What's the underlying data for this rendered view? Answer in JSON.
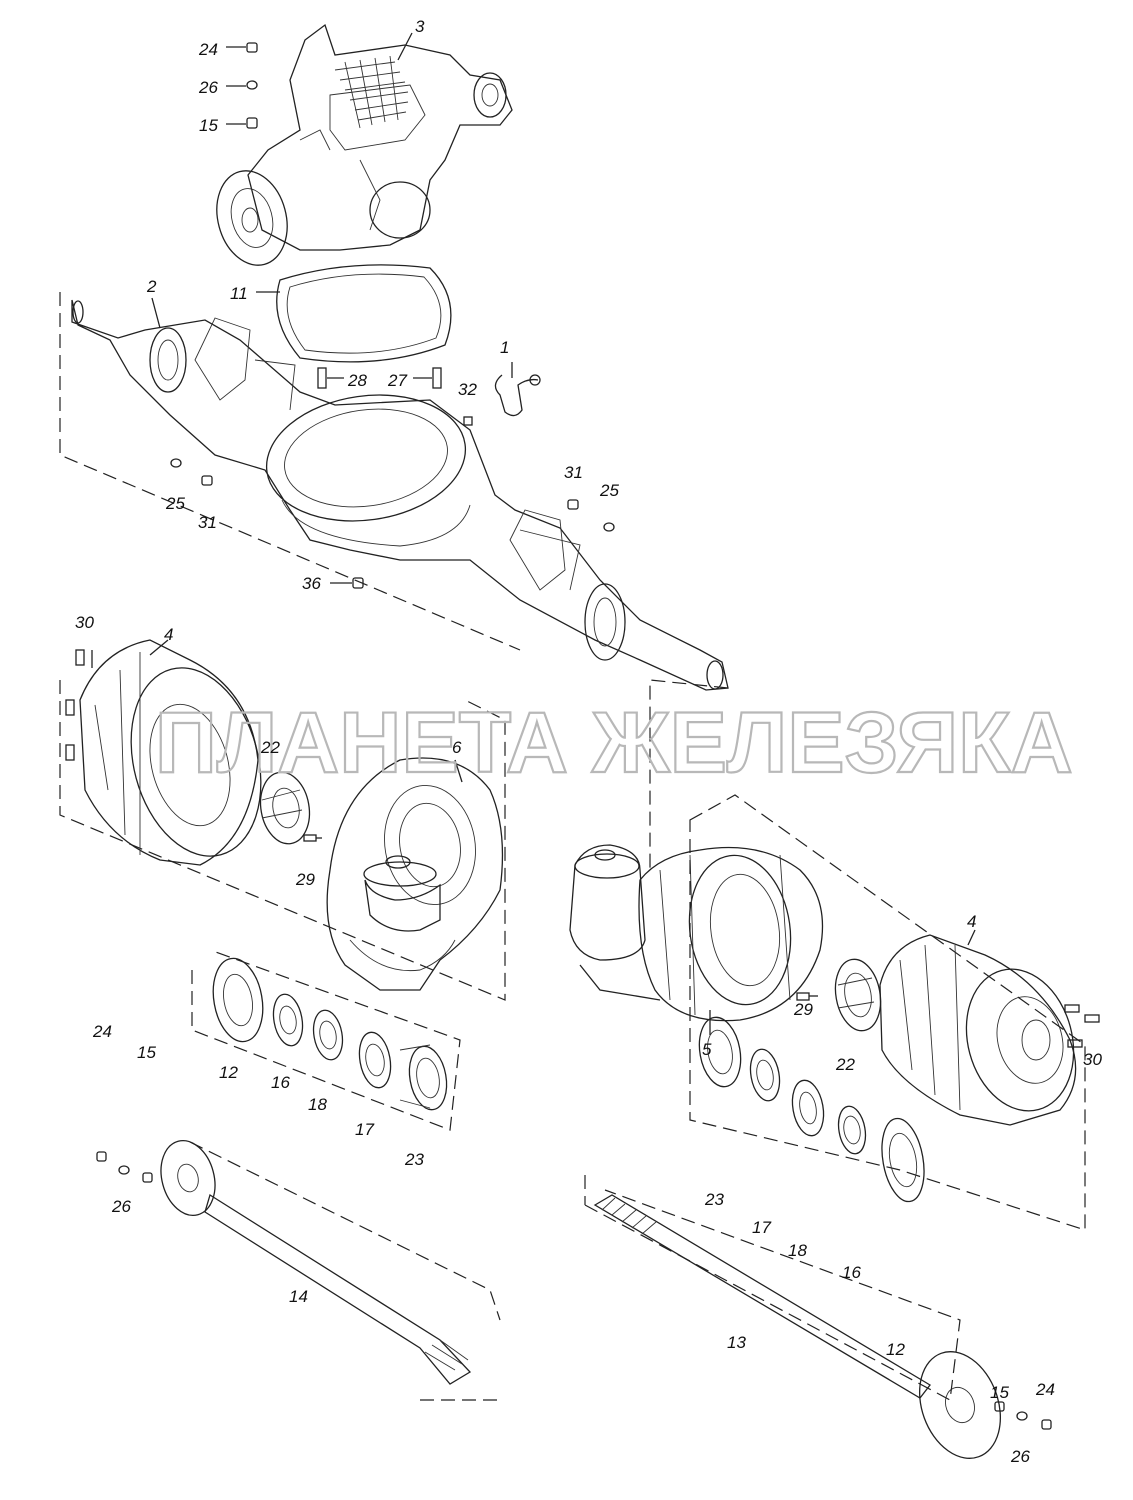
{
  "watermark": "ПЛАНЕТА ЖЕЛЕЗЯКА",
  "labels": {
    "l1": "1",
    "l2": "2",
    "l3": "3",
    "l4a": "4",
    "l4b": "4",
    "l5": "5",
    "l6": "6",
    "l11": "11",
    "l12a": "12",
    "l12b": "12",
    "l13": "13",
    "l14": "14",
    "l15a": "15",
    "l15b": "15",
    "l15c": "15",
    "l16a": "16",
    "l16b": "16",
    "l17a": "17",
    "l17b": "17",
    "l18a": "18",
    "l18b": "18",
    "l22a": "22",
    "l22b": "22",
    "l23a": "23",
    "l23b": "23",
    "l24a": "24",
    "l24b": "24",
    "l24c": "24",
    "l25a": "25",
    "l25b": "25",
    "l26a": "26",
    "l26b": "26",
    "l26c": "26",
    "l27": "27",
    "l28": "28",
    "l29a": "29",
    "l29b": "29",
    "l30a": "30",
    "l30b": "30",
    "l31a": "31",
    "l31b": "31",
    "l32": "32",
    "l36": "36"
  }
}
